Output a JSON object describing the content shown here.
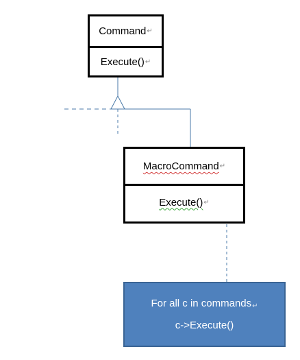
{
  "classes": {
    "command": {
      "name": "Command",
      "operation": "Execute()"
    },
    "macro_command": {
      "name": "MacroCommand",
      "operation": "Execute()"
    }
  },
  "note": {
    "lines": [
      "For all c in commands",
      "c->Execute()"
    ]
  },
  "colors": {
    "line": "#4a7aa8",
    "note_fill": "#4f81bd",
    "box_border": "#000000",
    "spell_red": "#d23b3b",
    "spell_green": "#3aa63a"
  },
  "icons": {
    "return_mark": "↵",
    "inheritance": "hollow-triangle-arrow",
    "anchor": "filled-ellipse-dot"
  }
}
